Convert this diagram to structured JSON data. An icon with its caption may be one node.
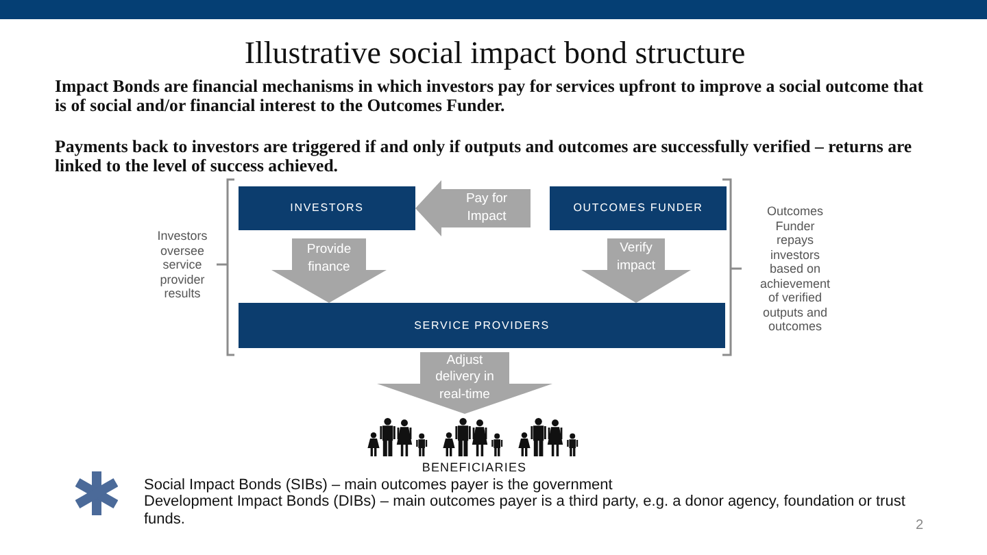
{
  "diagram": {
    "title": "Illustrative social impact bond structure",
    "nodes": [
      {
        "text": [
          "INVESTORS"
        ]
      },
      {
        "text": [
          "OUTCOMES FUNDER"
        ]
      },
      {
        "text": [
          "SERVICE PROVIDERS"
        ]
      },
      {
        "text": [
          "BENEFICIARIES"
        ]
      }
    ],
    "edges": [
      {
        "from": 1,
        "to": 0,
        "arrow": "to",
        "label": "Pay for Impact"
      },
      {
        "from": 0,
        "to": 2,
        "arrow": "to",
        "label": "Provide finance"
      },
      {
        "from": 1,
        "to": 2,
        "arrow": "to",
        "label": "Verify impact"
      },
      {
        "from": 2,
        "to": 3,
        "arrow": "to",
        "label": "Adjust delivery in real-time"
      }
    ],
    "labels": [
      "Impact Bonds are financial mechanisms in which investors pay for services upfront to improve a social outcome that is of social and/or financial interest to the Outcomes Funder.",
      "Payments back to investors are triggered if and only if outputs and outcomes are successfully verified – returns are linked to the level of success achieved.",
      "Investors oversee service provider results",
      "Outcomes Funder repays investors based on achievement of verified outputs and outcomes",
      "Social Impact Bonds (SIBs) – main outcomes payer is the government",
      "Development Impact Bonds (DIBs) – main outcomes payer is a third party, e.g. a donor agency, foundation or trust funds.",
      "2"
    ]
  }
}
